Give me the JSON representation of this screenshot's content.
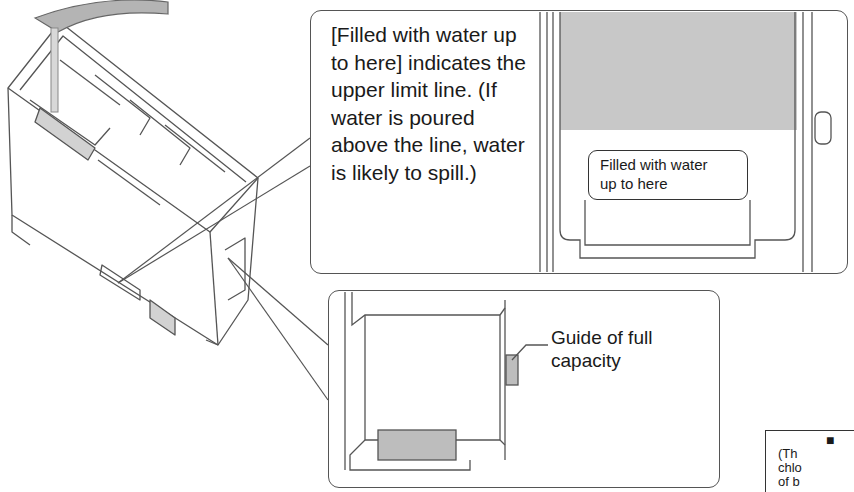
{
  "diagram": {
    "nodes": [
      {
        "text": [
          "[Filled with water up to here] indicates the upper limit line. (If water is poured above the line, water is likely to spill.)"
        ]
      },
      {
        "text": [
          "Filled with water up to here"
        ],
        "in": 0
      },
      {
        "text": [
          "Guide of full capacity"
        ]
      },
      {
        "text": [
          "■",
          "(Th",
          "chlo",
          "of b"
        ]
      }
    ]
  }
}
